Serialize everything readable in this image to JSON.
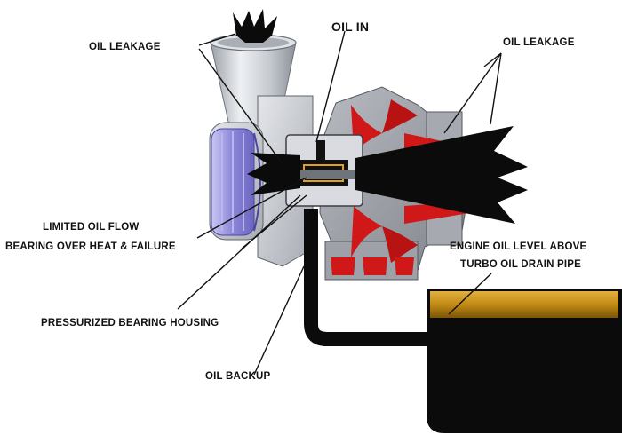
{
  "labels": {
    "oil_leakage_left": "OIL LEAKAGE",
    "oil_in": "OIL IN",
    "oil_leakage_right": "OIL LEAKAGE",
    "limited_oil_flow_line1": "LIMITED OIL FLOW",
    "limited_oil_flow_line2": "BEARING OVER HEAT & FAILURE",
    "engine_oil_level_line1": "ENGINE OIL LEVEL ABOVE",
    "engine_oil_level_line2": "TURBO OIL DRAIN PIPE",
    "pressurized_bearing_housing": "PRESSURIZED BEARING HOUSING",
    "oil_backup": "OIL BACKUP"
  },
  "colors": {
    "compressor_housing": "#c9ccd2",
    "compressor_wheel": "#8c86d8",
    "turbine_housing": "#9b9ea4",
    "turbine_blades": "#d01818",
    "oil": "#0b0b0b",
    "oil_surface": "#c9901a",
    "callout_line": "#111111"
  },
  "icons": {
    "leak_burst": "starburst-shape"
  }
}
